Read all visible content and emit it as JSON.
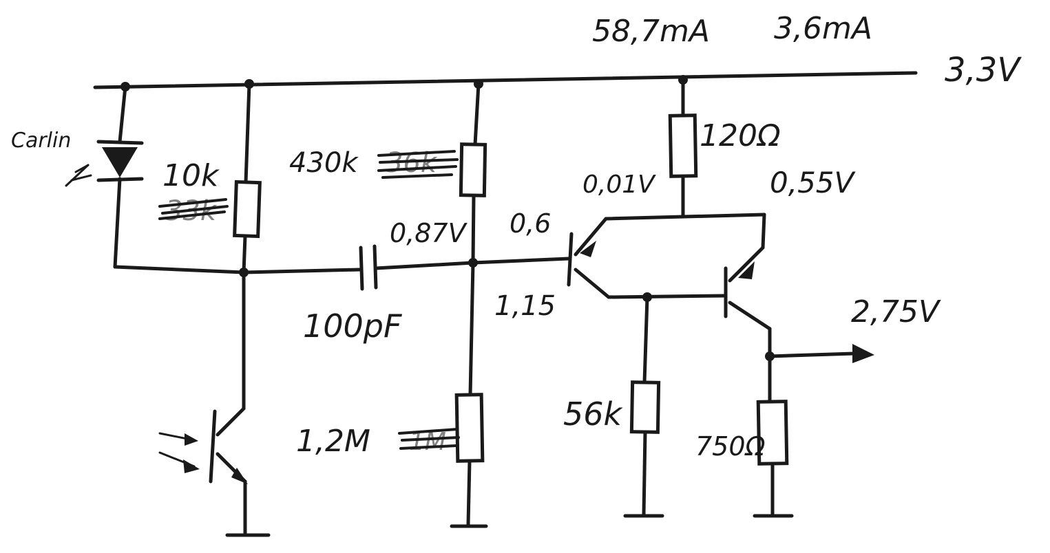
{
  "supply": {
    "current_1": "58,7mA",
    "current_2": "3,6mA",
    "voltage": "3,3V"
  },
  "diode": {
    "label": "Carlin"
  },
  "resistors": {
    "r_diode_load": "10k",
    "r_diode_load_old": "33k",
    "r_bias_top": "430k",
    "r_bias_top_old": "36k",
    "r_bias_bottom": "1,2M",
    "r_bias_bottom_old": "1M",
    "r_collector": "120Ω",
    "r_emitter_1": "56k",
    "r_emitter_2": "750Ω"
  },
  "capacitor": {
    "value": "100pF"
  },
  "voltages": {
    "across_collector_resistor": "0,01V",
    "collector_node": "0,55V",
    "base_node": "0,87V",
    "q1_vbe": "0,6",
    "q1_collector": "1,15",
    "output": "2,75V"
  },
  "colors": {
    "ink": "#1a1a1a",
    "paper": "#ffffff"
  }
}
